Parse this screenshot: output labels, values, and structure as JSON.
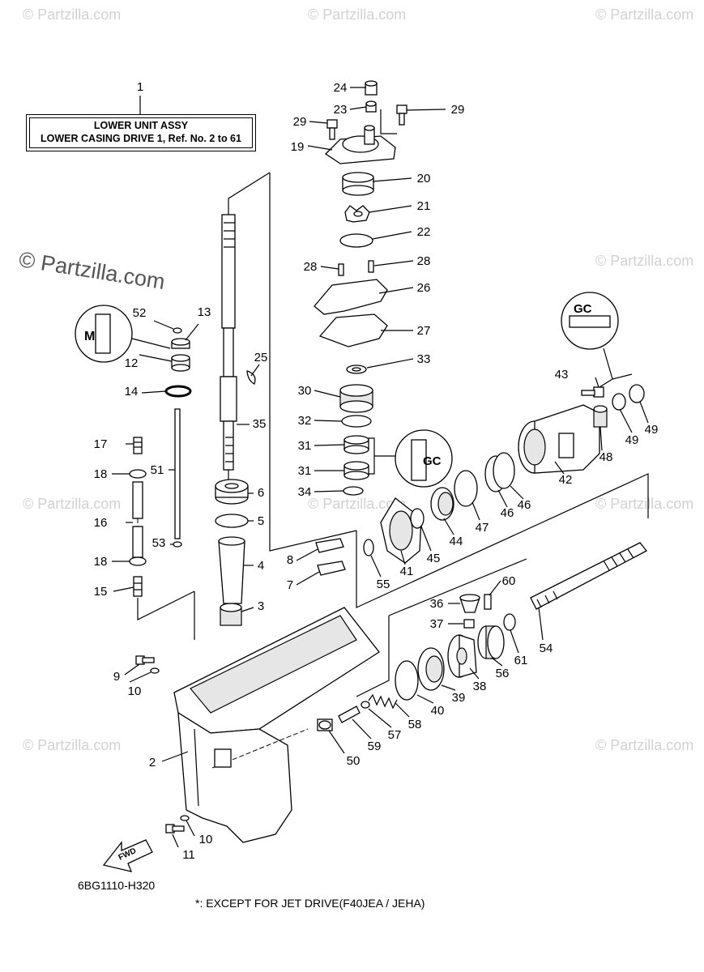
{
  "watermark": "© Partzilla.com",
  "title_box": {
    "line1": "LOWER UNIT ASSY",
    "line2": "LOWER CASING DRIVE 1,  Ref. No. 2 to 61"
  },
  "diagram_code": "6BG1110-H320",
  "footnote": "*: EXCEPT FOR JET DRIVE(F40JEA / JEHA)",
  "fwd_label": "FWD",
  "callouts": {
    "c1": "1",
    "c2": "2",
    "c3": "3",
    "c4": "4",
    "c5": "5",
    "c6": "6",
    "c7": "7",
    "c8": "8",
    "c9": "9",
    "c10a": "10",
    "c10b": "10",
    "c11": "11",
    "c12": "12",
    "c13": "13",
    "c14": "14",
    "c15": "15",
    "c16": "16",
    "c17": "17",
    "c18a": "18",
    "c18b": "18",
    "c19": "19",
    "c20": "20",
    "c21": "21",
    "c22": "22",
    "c23": "23",
    "c24": "24",
    "c25": "25",
    "c26": "26",
    "c27": "27",
    "c28a": "28",
    "c28b": "28",
    "c29a": "29",
    "c29b": "29",
    "c30": "30",
    "c31a": "31",
    "c31b": "31",
    "c32": "32",
    "c33": "33",
    "c34": "34",
    "c35": "35",
    "c36": "36",
    "c37": "37",
    "c38": "38",
    "c39": "39",
    "c40": "40",
    "c41": "41",
    "c42": "42",
    "c43": "43",
    "c44": "44",
    "c45": "45",
    "c46a": "46",
    "c46b": "46",
    "c47": "47",
    "c48": "48",
    "c49a": "49",
    "c49b": "49",
    "c50": "50",
    "c51": "51",
    "c52": "52",
    "c53": "53",
    "c54": "54",
    "c55": "55",
    "c56": "56",
    "c57": "57",
    "c58": "58",
    "c59": "59",
    "c60": "60",
    "c61": "61"
  }
}
